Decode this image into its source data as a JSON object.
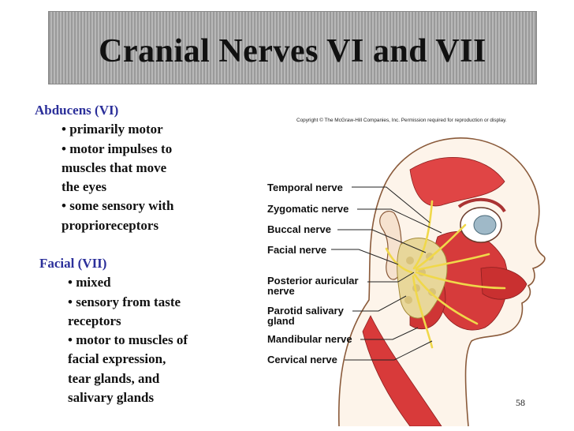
{
  "slide": {
    "title": "Cranial Nerves VI and VII",
    "page_number": "58"
  },
  "abducens": {
    "heading": "Abducens (VI)",
    "lines": [
      "• primarily motor",
      "• motor impulses to",
      "muscles that move",
      "the eyes",
      "• some sensory with",
      "proprioreceptors"
    ]
  },
  "facial": {
    "heading": "Facial (VII)",
    "lines": [
      "• mixed",
      "• sensory from taste",
      "receptors",
      "• motor to muscles of",
      "facial expression,",
      "tear glands, and",
      "salivary glands"
    ]
  },
  "figure": {
    "copyright": "Copyright © The McGraw-Hill Companies, Inc. Permission required for reproduction or display.",
    "labels": {
      "temporal": "Temporal nerve",
      "zygomatic": "Zygomatic nerve",
      "buccal": "Buccal nerve",
      "facial": "Facial nerve",
      "posterior_auricular_1": "Posterior auricular",
      "posterior_auricular_2": "nerve",
      "parotid_1": "Parotid salivary",
      "parotid_2": "gland",
      "mandibular": "Mandibular nerve",
      "cervical": "Cervical nerve"
    }
  }
}
